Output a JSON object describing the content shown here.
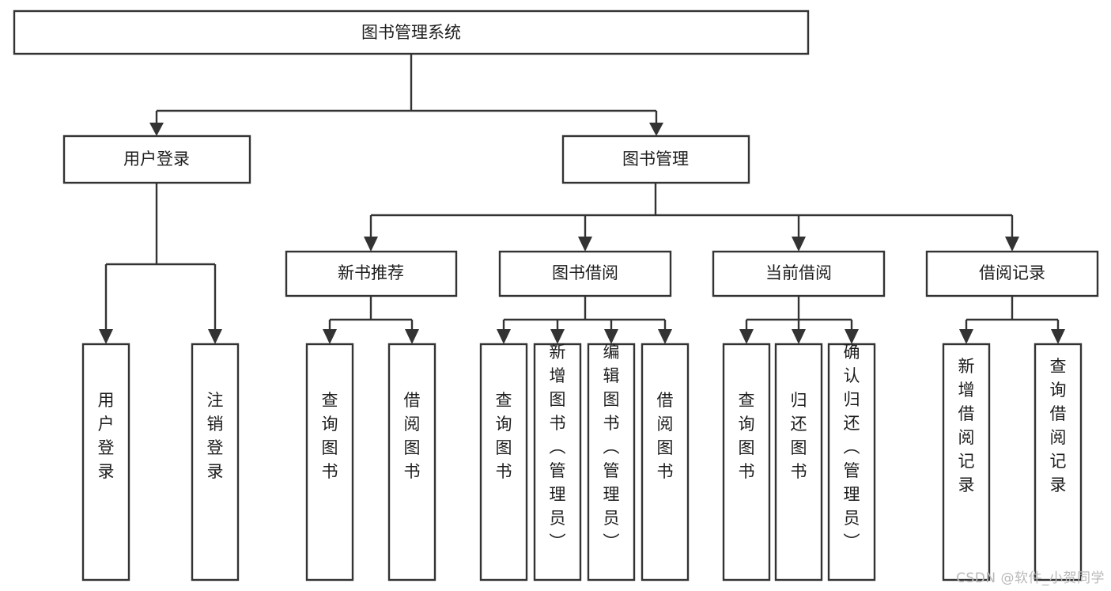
{
  "diagram": {
    "type": "tree-hierarchy",
    "title": "图书管理系统",
    "watermark": "CSDN @软件_小贺同学",
    "colors": {
      "stroke": "#333333",
      "box_fill": "#ffffff",
      "text": "#1d1d1d",
      "watermark": "#b9b9b9",
      "background": "#ffffff"
    },
    "levels": {
      "root": {
        "label": "图书管理系统"
      },
      "level2": [
        {
          "label": "用户登录"
        },
        {
          "label": "图书管理"
        }
      ],
      "level3": [
        {
          "label": "新书推荐"
        },
        {
          "label": "图书借阅"
        },
        {
          "label": "当前借阅"
        },
        {
          "label": "借阅记录"
        }
      ],
      "leaves": {
        "user_login": [
          {
            "label": "用户登录"
          },
          {
            "label": "注销登录"
          }
        ],
        "new_book_recommend": [
          {
            "label": "查询图书"
          },
          {
            "label": "借阅图书"
          }
        ],
        "book_borrow": [
          {
            "label": "查询图书"
          },
          {
            "label": "新增图书（管理员）"
          },
          {
            "label": "编辑图书（管理员）"
          },
          {
            "label": "借阅图书"
          }
        ],
        "current_borrow": [
          {
            "label": "查询图书"
          },
          {
            "label": "归还图书"
          },
          {
            "label": "确认归还（管理员）"
          }
        ],
        "borrow_record": [
          {
            "label": "新增借阅记录"
          },
          {
            "label": "查询借阅记录"
          }
        ]
      }
    },
    "edges": [
      {
        "from": "图书管理系统",
        "to": "用户登录"
      },
      {
        "from": "图书管理系统",
        "to": "图书管理"
      },
      {
        "from": "用户登录",
        "to": "用户登录"
      },
      {
        "from": "用户登录",
        "to": "注销登录"
      },
      {
        "from": "图书管理",
        "to": "新书推荐"
      },
      {
        "from": "图书管理",
        "to": "图书借阅"
      },
      {
        "from": "图书管理",
        "to": "当前借阅"
      },
      {
        "from": "图书管理",
        "to": "借阅记录"
      },
      {
        "from": "新书推荐",
        "to": "查询图书"
      },
      {
        "from": "新书推荐",
        "to": "借阅图书"
      },
      {
        "from": "图书借阅",
        "to": "查询图书"
      },
      {
        "from": "图书借阅",
        "to": "新增图书（管理员）"
      },
      {
        "from": "图书借阅",
        "to": "编辑图书（管理员）"
      },
      {
        "from": "图书借阅",
        "to": "借阅图书"
      },
      {
        "from": "当前借阅",
        "to": "查询图书"
      },
      {
        "from": "当前借阅",
        "to": "归还图书"
      },
      {
        "from": "当前借阅",
        "to": "确认归还（管理员）"
      },
      {
        "from": "借阅记录",
        "to": "新增借阅记录"
      },
      {
        "from": "借阅记录",
        "to": "查询借阅记录"
      }
    ]
  }
}
